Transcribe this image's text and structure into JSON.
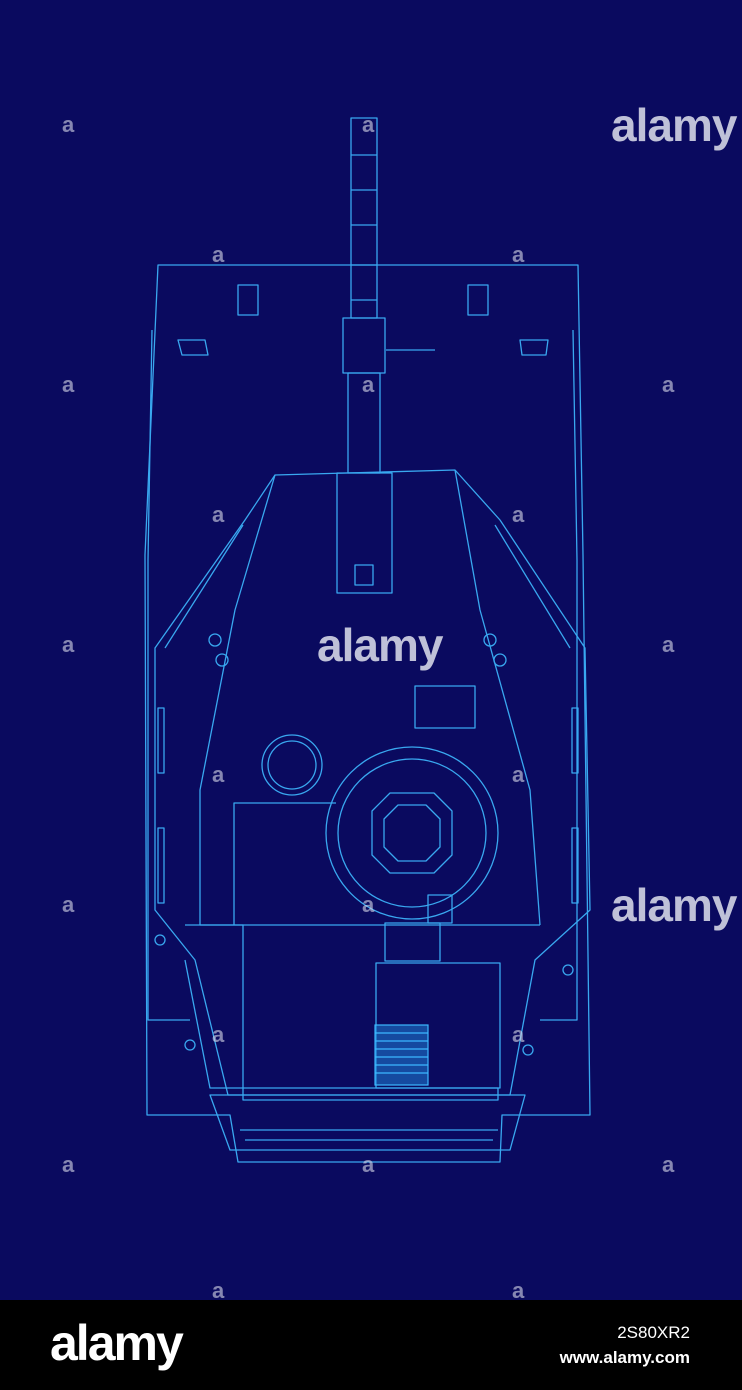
{
  "image": {
    "subject": "blueprint-tank-top-view",
    "background_color": "#0a0a5f",
    "line_color": "#39a8f0",
    "highlight_color": "#3cb8ff"
  },
  "watermark": {
    "large_text": "alamy",
    "small_text": "a"
  },
  "footer": {
    "logo": "alamy",
    "image_id": "2S80XR2",
    "url": "www.alamy.com"
  }
}
